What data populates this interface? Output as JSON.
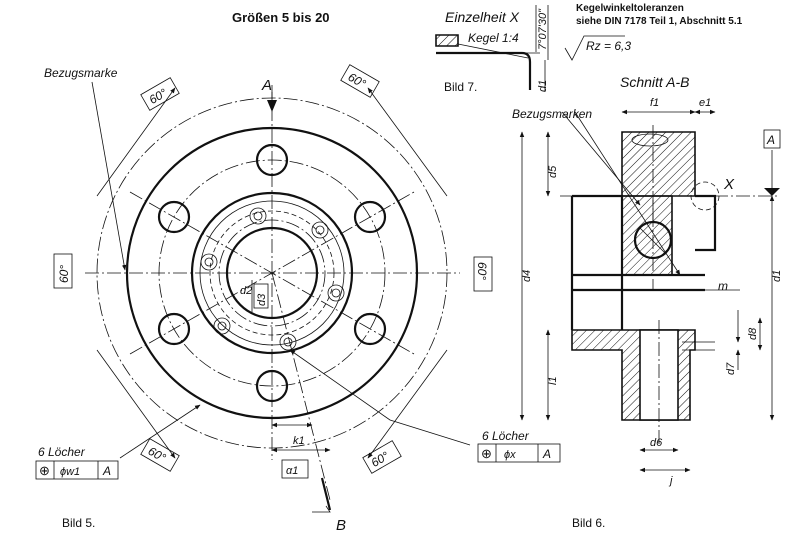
{
  "header": {
    "sizes": "Größen 5 bis 20",
    "detail": "Einzelheit X",
    "tolerance_title": "Kegelwinkeltoleranzen",
    "tolerance_ref": "siehe DIN 7178 Teil 1, Abschnitt 5.1",
    "taper": "Kegel 1:4",
    "angle": "7°07'30\"",
    "roughness": "Rz = 6,3",
    "fig7": "Bild 7.",
    "section": "Schnitt A-B"
  },
  "fig5": {
    "caption": "Bild 5.",
    "bezugsmarke": "Bezugsmarke",
    "angles": [
      "60°",
      "60°",
      "60°",
      "60°",
      "60°",
      "60°"
    ],
    "sectionA": "A",
    "sectionB": "B",
    "dims": {
      "d2": "d2",
      "d3": "d3",
      "k1": "k1",
      "a1": "α1"
    },
    "holes_note": "6 Löcher",
    "fcf1": {
      "sym": "⊕",
      "value": "ϕw1",
      "datum": "A"
    },
    "holes_note2": "6 Löcher",
    "fcf2": {
      "sym": "⊕",
      "value": "ϕx",
      "datum": "A"
    }
  },
  "fig6": {
    "caption": "Bild 6.",
    "bezugsmarken": "Bezugsmarken",
    "detailX": "X",
    "datum": "A",
    "dims": {
      "f1": "f1",
      "e1": "e1",
      "d5": "d5",
      "d4": "d4",
      "d1": "d1",
      "d1_top": "d1",
      "m": "m",
      "l1": "l1",
      "d6": "d6",
      "j": "j",
      "d7": "d7",
      "d8": "d8"
    }
  },
  "colors": {
    "ink": "#111111",
    "paper": "#ffffff"
  }
}
